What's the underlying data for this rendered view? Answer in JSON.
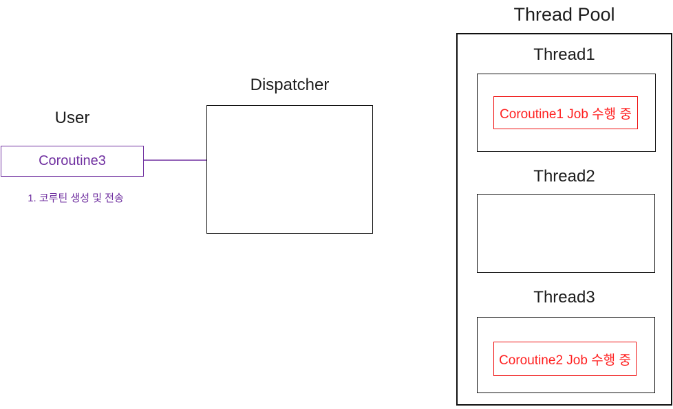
{
  "colors": {
    "accent_purple": "#7030A0",
    "accent_red": "#FF2020",
    "outline_black": "#111111",
    "background": "#FFFFFF"
  },
  "user": {
    "title": "User",
    "coroutine_label": "Coroutine3",
    "note": "1. 코루틴 생성 및 전송"
  },
  "dispatcher": {
    "title": "Dispatcher"
  },
  "thread_pool": {
    "title": "Thread Pool",
    "threads": [
      {
        "label": "Thread1",
        "job": "Coroutine1 Job 수행 중"
      },
      {
        "label": "Thread2",
        "job": ""
      },
      {
        "label": "Thread3",
        "job": "Coroutine2 Job 수행 중"
      }
    ]
  }
}
